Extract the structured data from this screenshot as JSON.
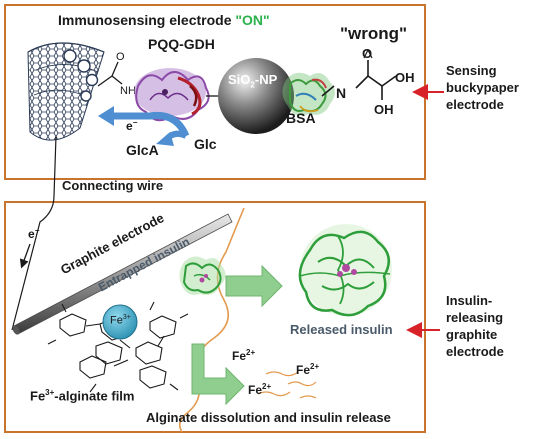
{
  "colors": {
    "panel_border": "#c8742c",
    "arrow_red": "#d8222a",
    "arrow_blue": "#4f8fd1",
    "arrow_green": "#8fce8f",
    "on_green": "#2bb24c",
    "enzyme_purple": "#8c4aa8",
    "bsa_green": "#3d9b3d",
    "fe_ion_teal": "#3fa9c9",
    "insulin_green": "#2e9e3a"
  },
  "top": {
    "title_prefix": "Immunosensing electrode ",
    "title_on": "\"ON\"",
    "enzyme_label": "PQQ-GDH",
    "wrong_label": "\"wrong\"",
    "nanoparticle_label": "SiO",
    "nanoparticle_sub": "2",
    "nanoparticle_suffix": "-NP",
    "bsa_label": "BSA",
    "electron_label": "e",
    "electron_sup": "−",
    "glca_label": "GlcA",
    "glc_label": "Glc",
    "connecting_wire_label": "Connecting wire",
    "chem": {
      "o": "O",
      "nh": "NH",
      "n": "N",
      "oh1": "OH",
      "oh2": "OH",
      "o2": "O"
    }
  },
  "bottom": {
    "electron_label": "e",
    "electron_sup": "−",
    "graphite_label": "Graphite electrode",
    "entrapped_label": "Entrapped insulin",
    "fe3_label": "Fe",
    "fe3_sup": "3+",
    "released_label": "Released insulin",
    "fe2_labels": [
      "Fe",
      "Fe",
      "Fe"
    ],
    "fe2_sup": "2+",
    "film_label_prefix": "Fe",
    "film_label_sup": "3+",
    "film_label_suffix": "-alginate film",
    "dissolution_label": "Alginate dissolution and insulin release"
  },
  "side": {
    "sensing": [
      "Sensing",
      "buckypaper",
      "electrode"
    ],
    "releasing": [
      "Insulin-",
      "releasing",
      "graphite",
      "electrode"
    ]
  }
}
